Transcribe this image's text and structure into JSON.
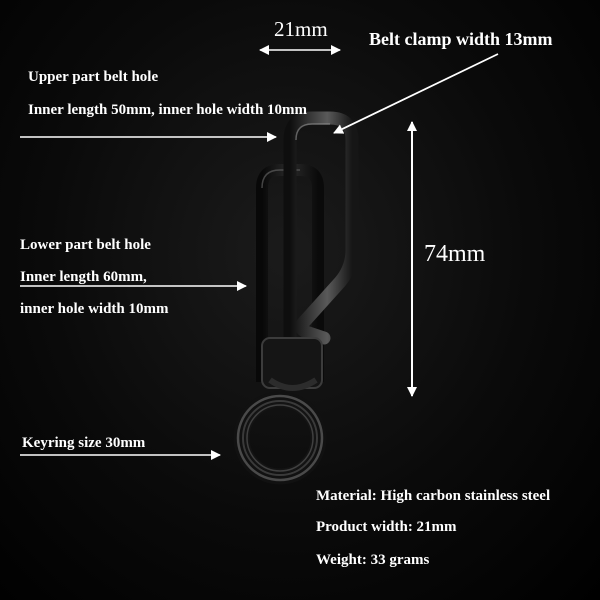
{
  "dimensions": {
    "top_width": "21mm",
    "height": "74mm"
  },
  "labels": {
    "belt_clamp": "Belt clamp width 13mm",
    "upper_title": "Upper part belt hole",
    "upper_detail": "Inner length 50mm, inner hole width 10mm",
    "lower_title": "Lower part belt hole",
    "lower_detail1": "Inner length 60mm,",
    "lower_detail2": "inner hole width 10mm",
    "keyring": "Keyring size 30mm"
  },
  "specs": {
    "material": "Material: High carbon stainless steel",
    "width": "Product width: 21mm",
    "weight": "Weight: 33 grams"
  }
}
